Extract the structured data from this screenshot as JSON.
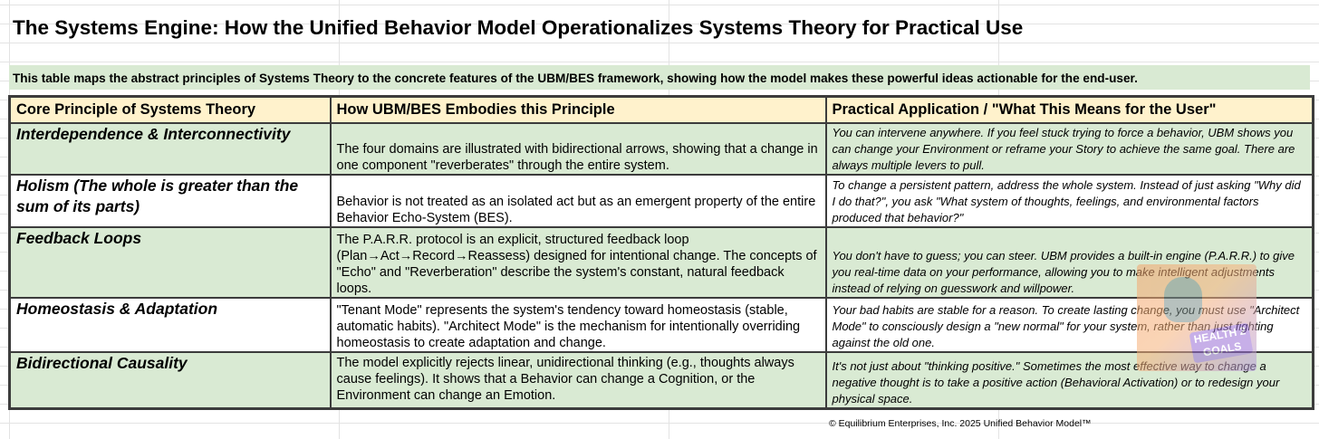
{
  "title": "The Systems Engine: How the Unified Behavior Model Operationalizes Systems Theory for Practical Use",
  "subtitle": "This table maps the abstract principles of Systems Theory to the concrete features of the UBM/BES framework, showing how the model makes these powerful ideas actionable for the end-user.",
  "table": {
    "headers": [
      "Core Principle of Systems Theory",
      "How UBM/BES Embodies this Principle",
      "Practical Application / \"What This Means for the User\""
    ],
    "rows": [
      {
        "principle": "Interdependence & Interconnectivity",
        "embody": "The four domains are illustrated with bidirectional arrows, showing that a change in one component \"reverberates\" through the entire system.",
        "apply": "You can intervene anywhere. If you feel stuck trying to force a behavior, UBM shows you can change your Environment or reframe your Story to achieve the same goal. There are always multiple levers to pull."
      },
      {
        "principle": "Holism (The whole is greater than the sum of its parts)",
        "embody": "Behavior is not treated as an isolated act but as an emergent property of the entire Behavior Echo-System (BES).",
        "apply": "To change a persistent pattern, address the whole system. Instead of just asking \"Why did I do that?\", you ask \"What system of thoughts, feelings, and environmental factors produced that behavior?\""
      },
      {
        "principle": "Feedback Loops",
        "embody": "The P.A.R.R. protocol is an explicit, structured feedback loop (Plan→Act→Record→Reassess) designed for intentional change. The concepts of \"Echo\" and \"Reverberation\" describe the system's constant, natural feedback loops.",
        "apply": "You don't have to guess; you can steer. UBM provides a built-in engine (P.A.R.R.) to give you real-time data on your performance, allowing you to make intelligent adjustments instead of relying on guesswork and willpower."
      },
      {
        "principle": "Homeostasis & Adaptation",
        "embody": "\"Tenant Mode\" represents the system's tendency toward homeostasis (stable, automatic habits). \"Architect Mode\" is the mechanism for intentionally overriding homeostasis to create adaptation and change.",
        "apply": "Your bad habits are stable for a reason. To create lasting change, you must use \"Architect Mode\" to consciously design a \"new normal\" for your system, rather than just fighting against the old one."
      },
      {
        "principle": "Bidirectional Causality",
        "embody": "The model explicitly rejects linear, unidirectional thinking (e.g., thoughts always cause feelings). It shows that a Behavior can change a Cognition, or the Environment can change an Emotion.",
        "apply": "It's not just about \"thinking positive.\" Sometimes the most effective way to change a negative thought is to take a positive action (Behavioral Activation) or to redesign your physical space."
      }
    ]
  },
  "overlay": {
    "badge_text": "HEALTH 2 GOALS"
  },
  "footer": "© Equilibrium Enterprises, Inc. 2025 Unified Behavior Model™",
  "colors": {
    "header_bg": "#fff2cc",
    "green_row": "#d9ead3",
    "border": "#3c3c3c"
  }
}
